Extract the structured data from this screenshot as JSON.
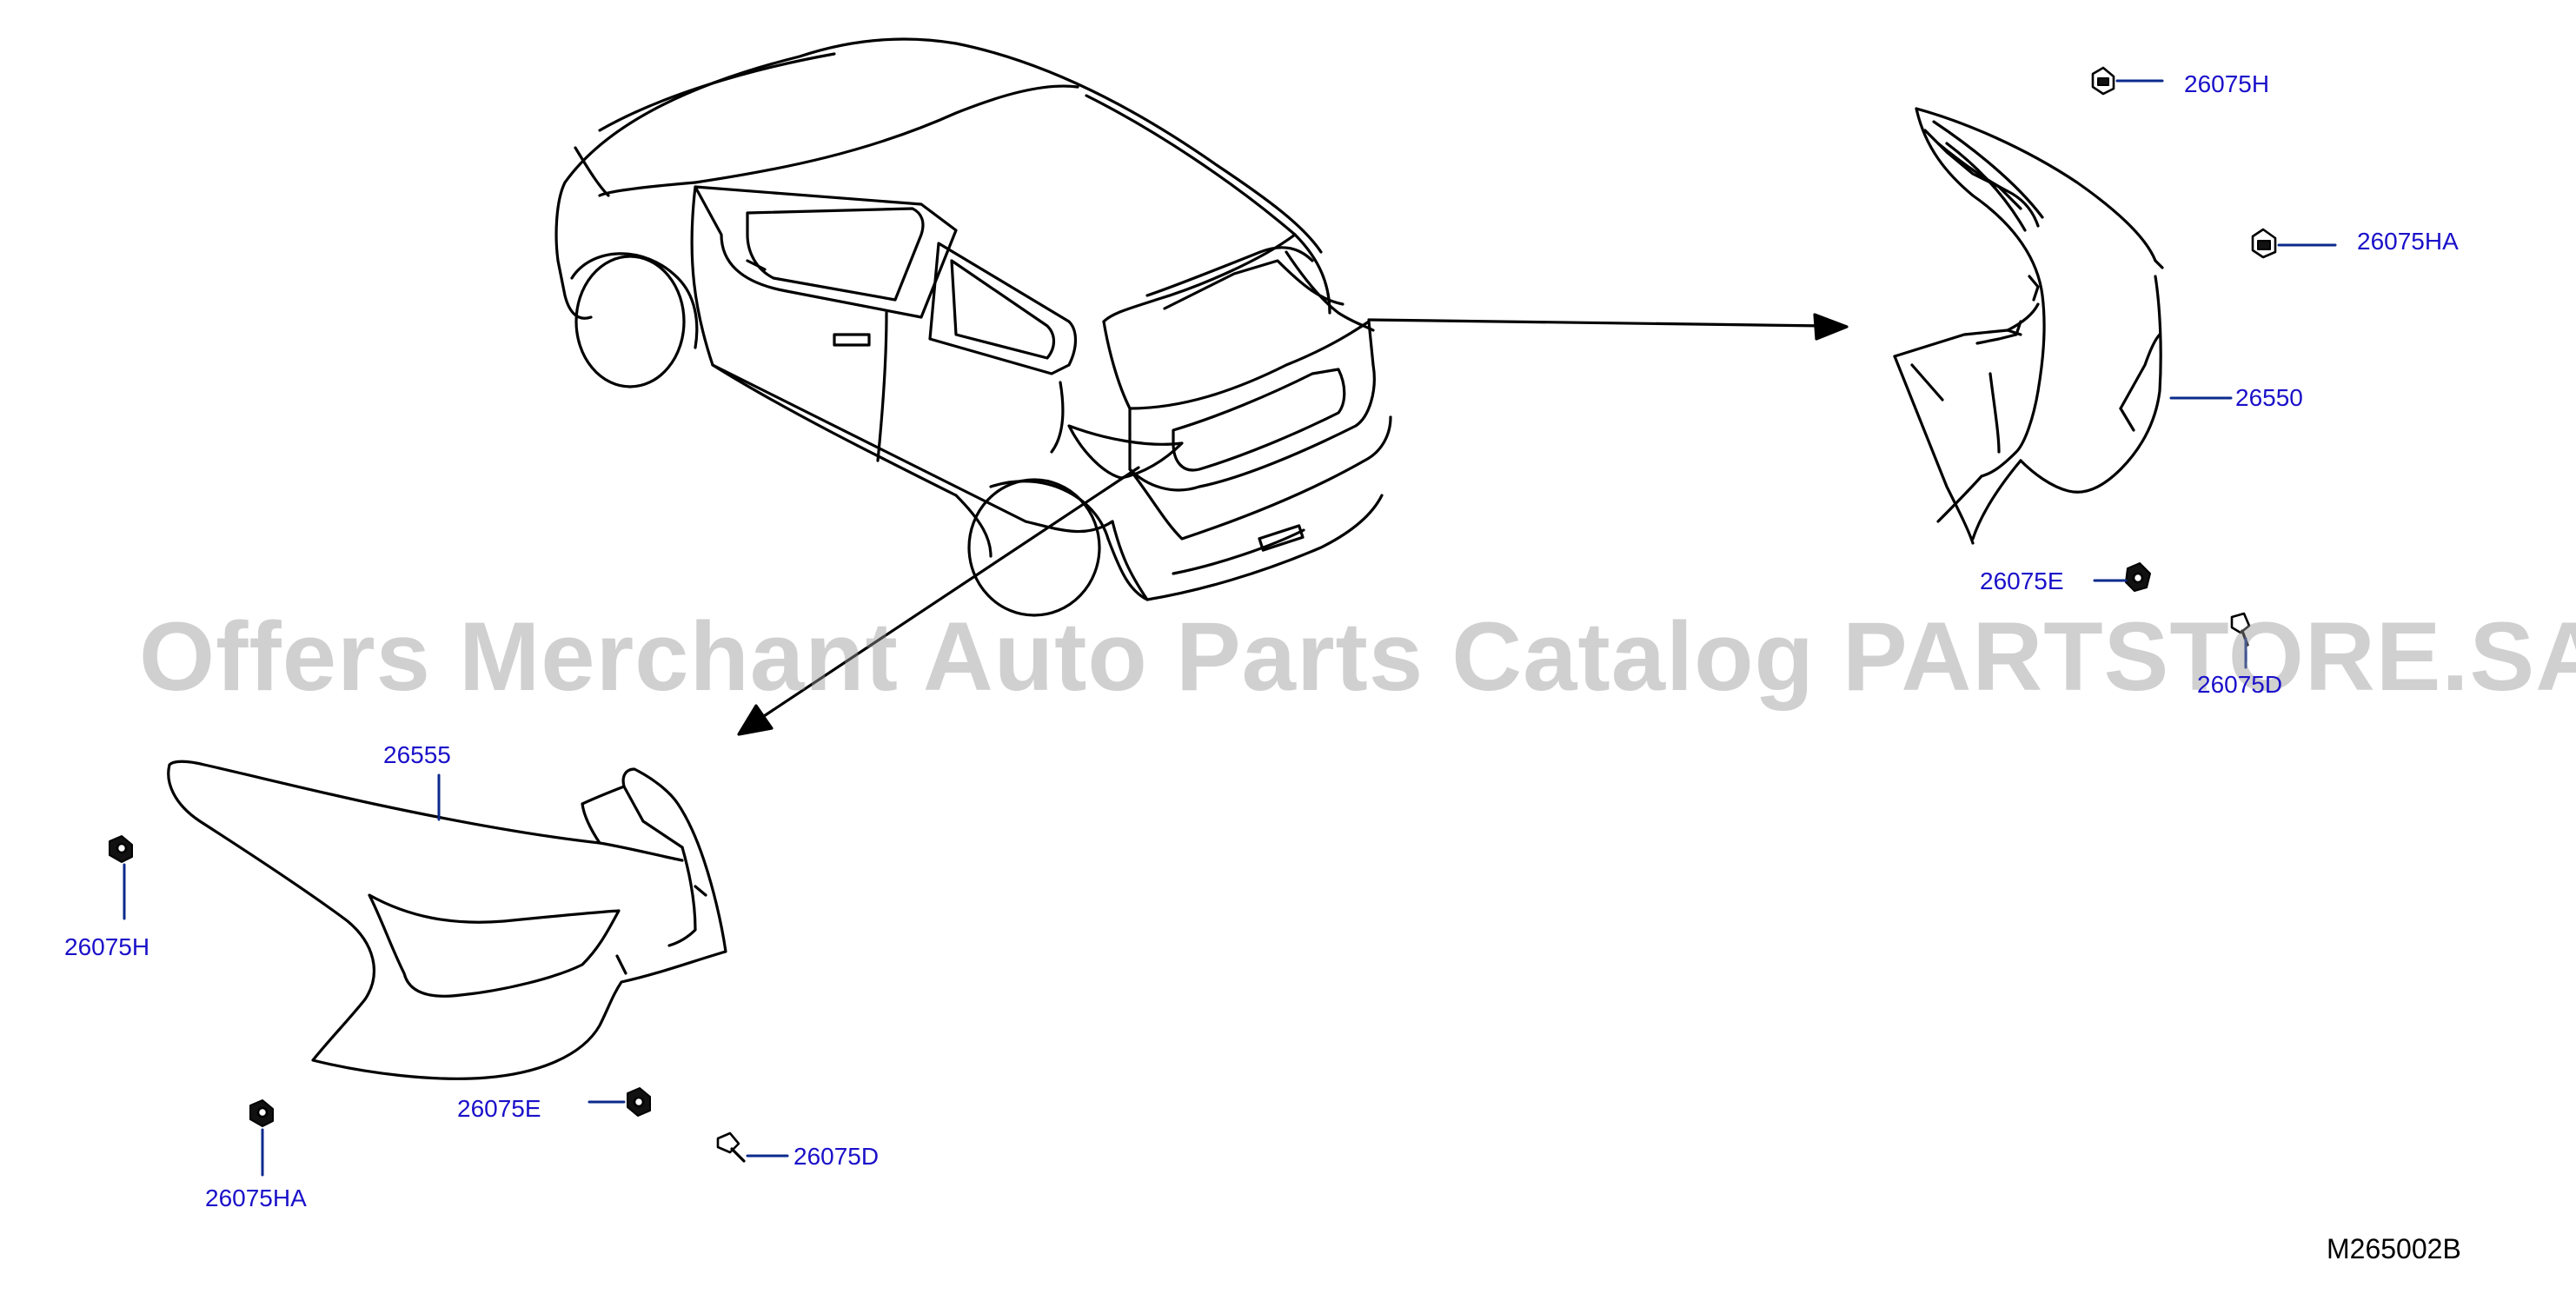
{
  "watermark": "Offers Merchant Auto Parts Catalog PARTSTORE.SA",
  "figure_code": "M265002B",
  "callouts": {
    "c_26075H_top": "26075H",
    "c_26075HA_top": "26075HA",
    "c_26550": "26550",
    "c_26075E_right": "26075E",
    "c_26075D_right": "26075D",
    "c_26555": "26555",
    "c_26075H_left": "26075H",
    "c_26075E_bottom": "26075E",
    "c_26075D_bottom": "26075D",
    "c_26075HA_bottom": "26075HA"
  },
  "colors": {
    "line": "#000000",
    "callout_text": "#1a10c9",
    "leader": "#0b2a8c",
    "watermark": "#969696"
  }
}
